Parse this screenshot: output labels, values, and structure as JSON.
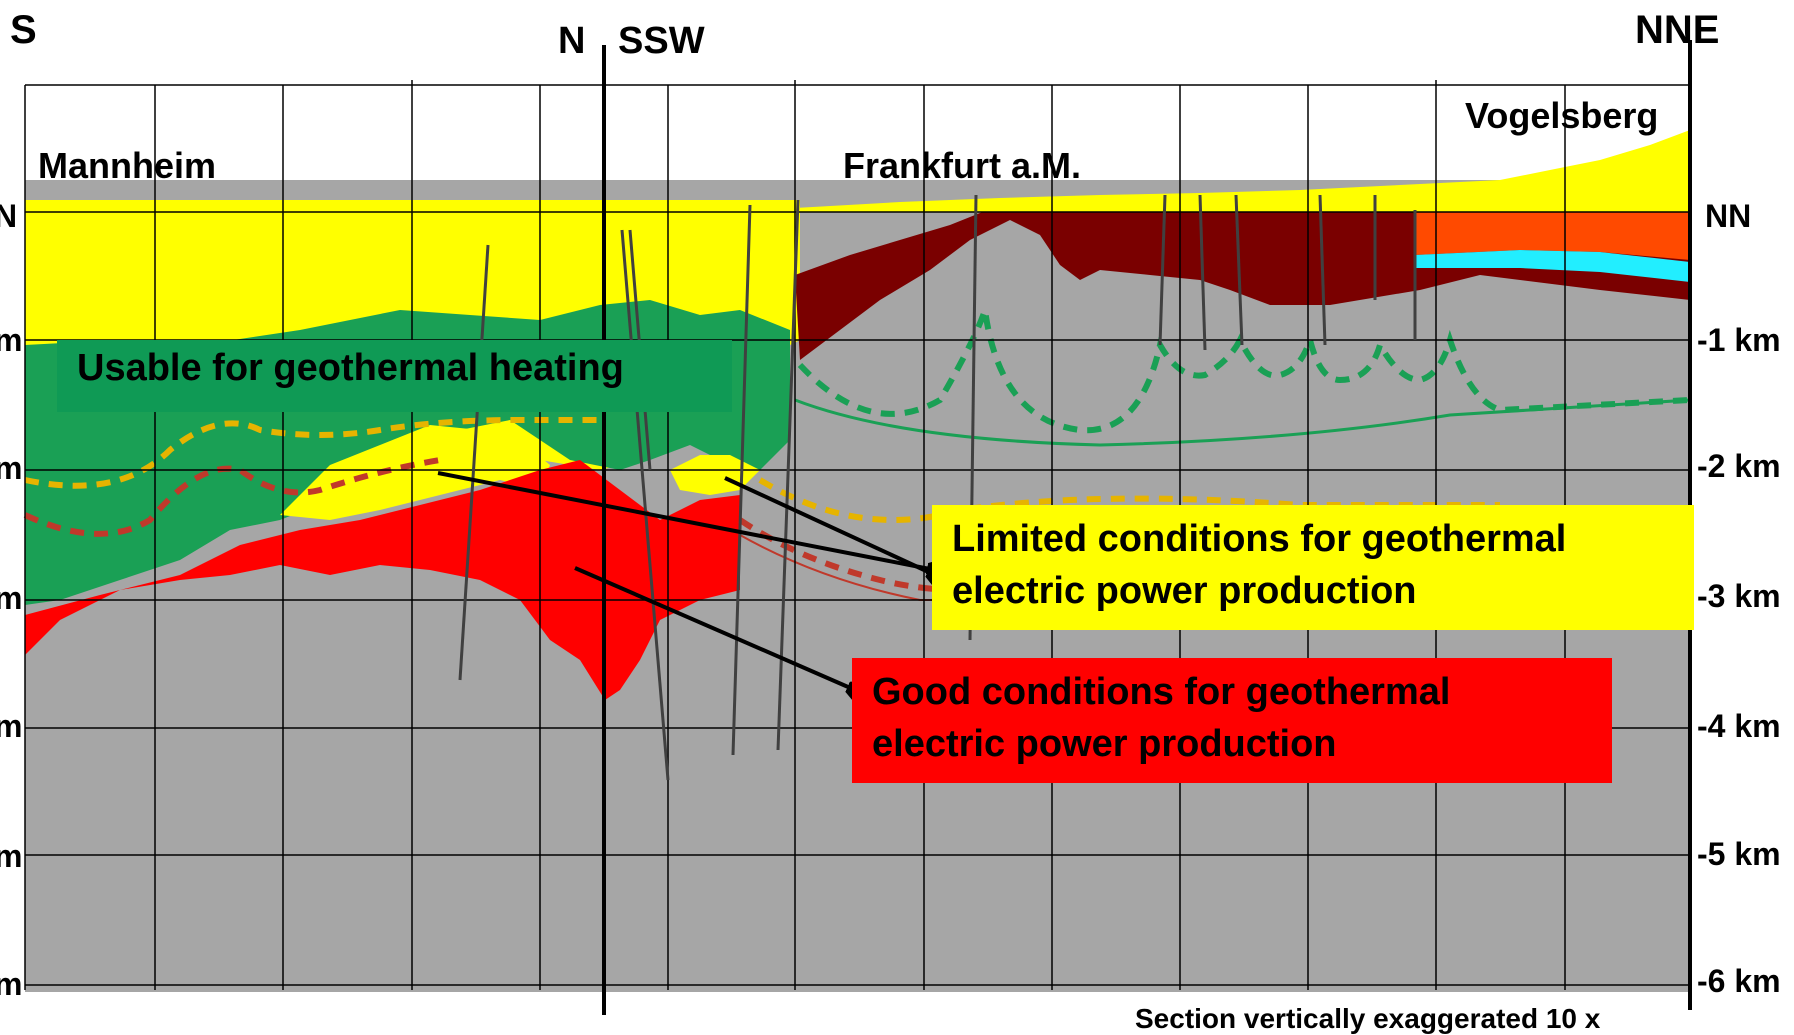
{
  "header": {
    "left_direction": "S",
    "mid_left_direction": "N",
    "mid_right_direction": "SSW",
    "right_direction": "NNE"
  },
  "places": {
    "mannheim": "Mannheim",
    "frankfurt": "Frankfurt a.M.",
    "vogelsberg": "Vogelsberg"
  },
  "depth_axis": {
    "nn": "NN",
    "left_nn": "N",
    "left_ticks": [
      "m",
      "m",
      "m",
      "m",
      "m",
      "m"
    ],
    "right_ticks": [
      "-1 km",
      "-2 km",
      "-3 km",
      "-4 km",
      "-5 km",
      "-6 km"
    ]
  },
  "legend": {
    "heating": {
      "text": "Usable for geothermal heating",
      "color": "#0f9a55"
    },
    "limited": {
      "line1": "Limited conditions for geothermal",
      "line2": "electric power production",
      "color": "#ffff00"
    },
    "good": {
      "line1": "Good conditions for geothermal",
      "line2": "electric power production",
      "color": "#ff0000"
    }
  },
  "footer": {
    "exaggeration_note": "Section vertically exaggerated 10 x"
  },
  "colors": {
    "basement": "#a6a6a6",
    "sediment_yellow": "#ffff00",
    "green_zone": "#1aa055",
    "red_zone": "#ff0000",
    "dark_red": "#7a0000",
    "orange": "#ff4a00",
    "cyan": "#22eeff"
  }
}
